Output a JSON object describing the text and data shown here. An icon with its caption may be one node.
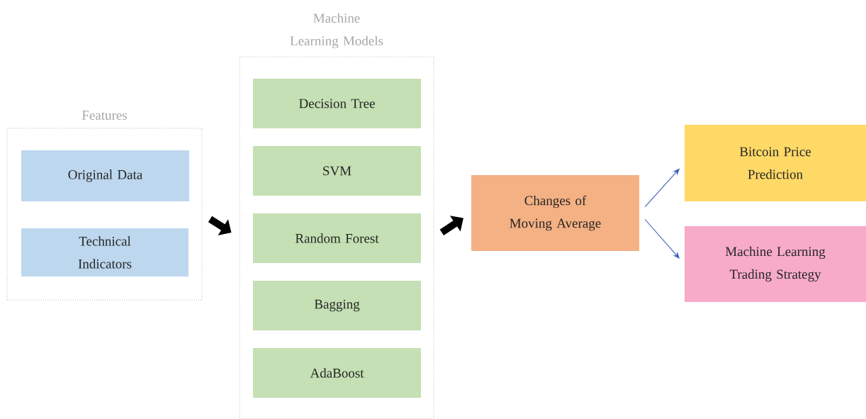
{
  "diagram": {
    "nodes": [
      {
        "text": [
          "Features"
        ]
      },
      {
        "text": [
          "Original Data"
        ],
        "in": 0
      },
      {
        "text": [
          "Technical Indicators"
        ],
        "in": 0
      },
      {
        "text": [
          "Machine Learning Models"
        ]
      },
      {
        "text": [
          "Decision Tree"
        ],
        "in": 3
      },
      {
        "text": [
          "SVM"
        ],
        "in": 3
      },
      {
        "text": [
          "Random Forest"
        ],
        "in": 3
      },
      {
        "text": [
          "Bagging"
        ],
        "in": 3
      },
      {
        "text": [
          "AdaBoost"
        ],
        "in": 3
      },
      {
        "text": [
          "Changes of Moving Average"
        ]
      },
      {
        "text": [
          "Bitcoin Price Prediction"
        ]
      },
      {
        "text": [
          "Machine Learning Trading Strategy"
        ]
      }
    ],
    "edges": [
      {
        "from": 0,
        "to": 3,
        "arrow": "to",
        "style": "thick"
      },
      {
        "from": 3,
        "to": 9,
        "arrow": "to",
        "style": "thick"
      },
      {
        "from": 9,
        "to": 10,
        "arrow": "to",
        "color": "#3a5fb8"
      },
      {
        "from": 9,
        "to": 11,
        "arrow": "to",
        "color": "#3a5fb8"
      }
    ]
  }
}
